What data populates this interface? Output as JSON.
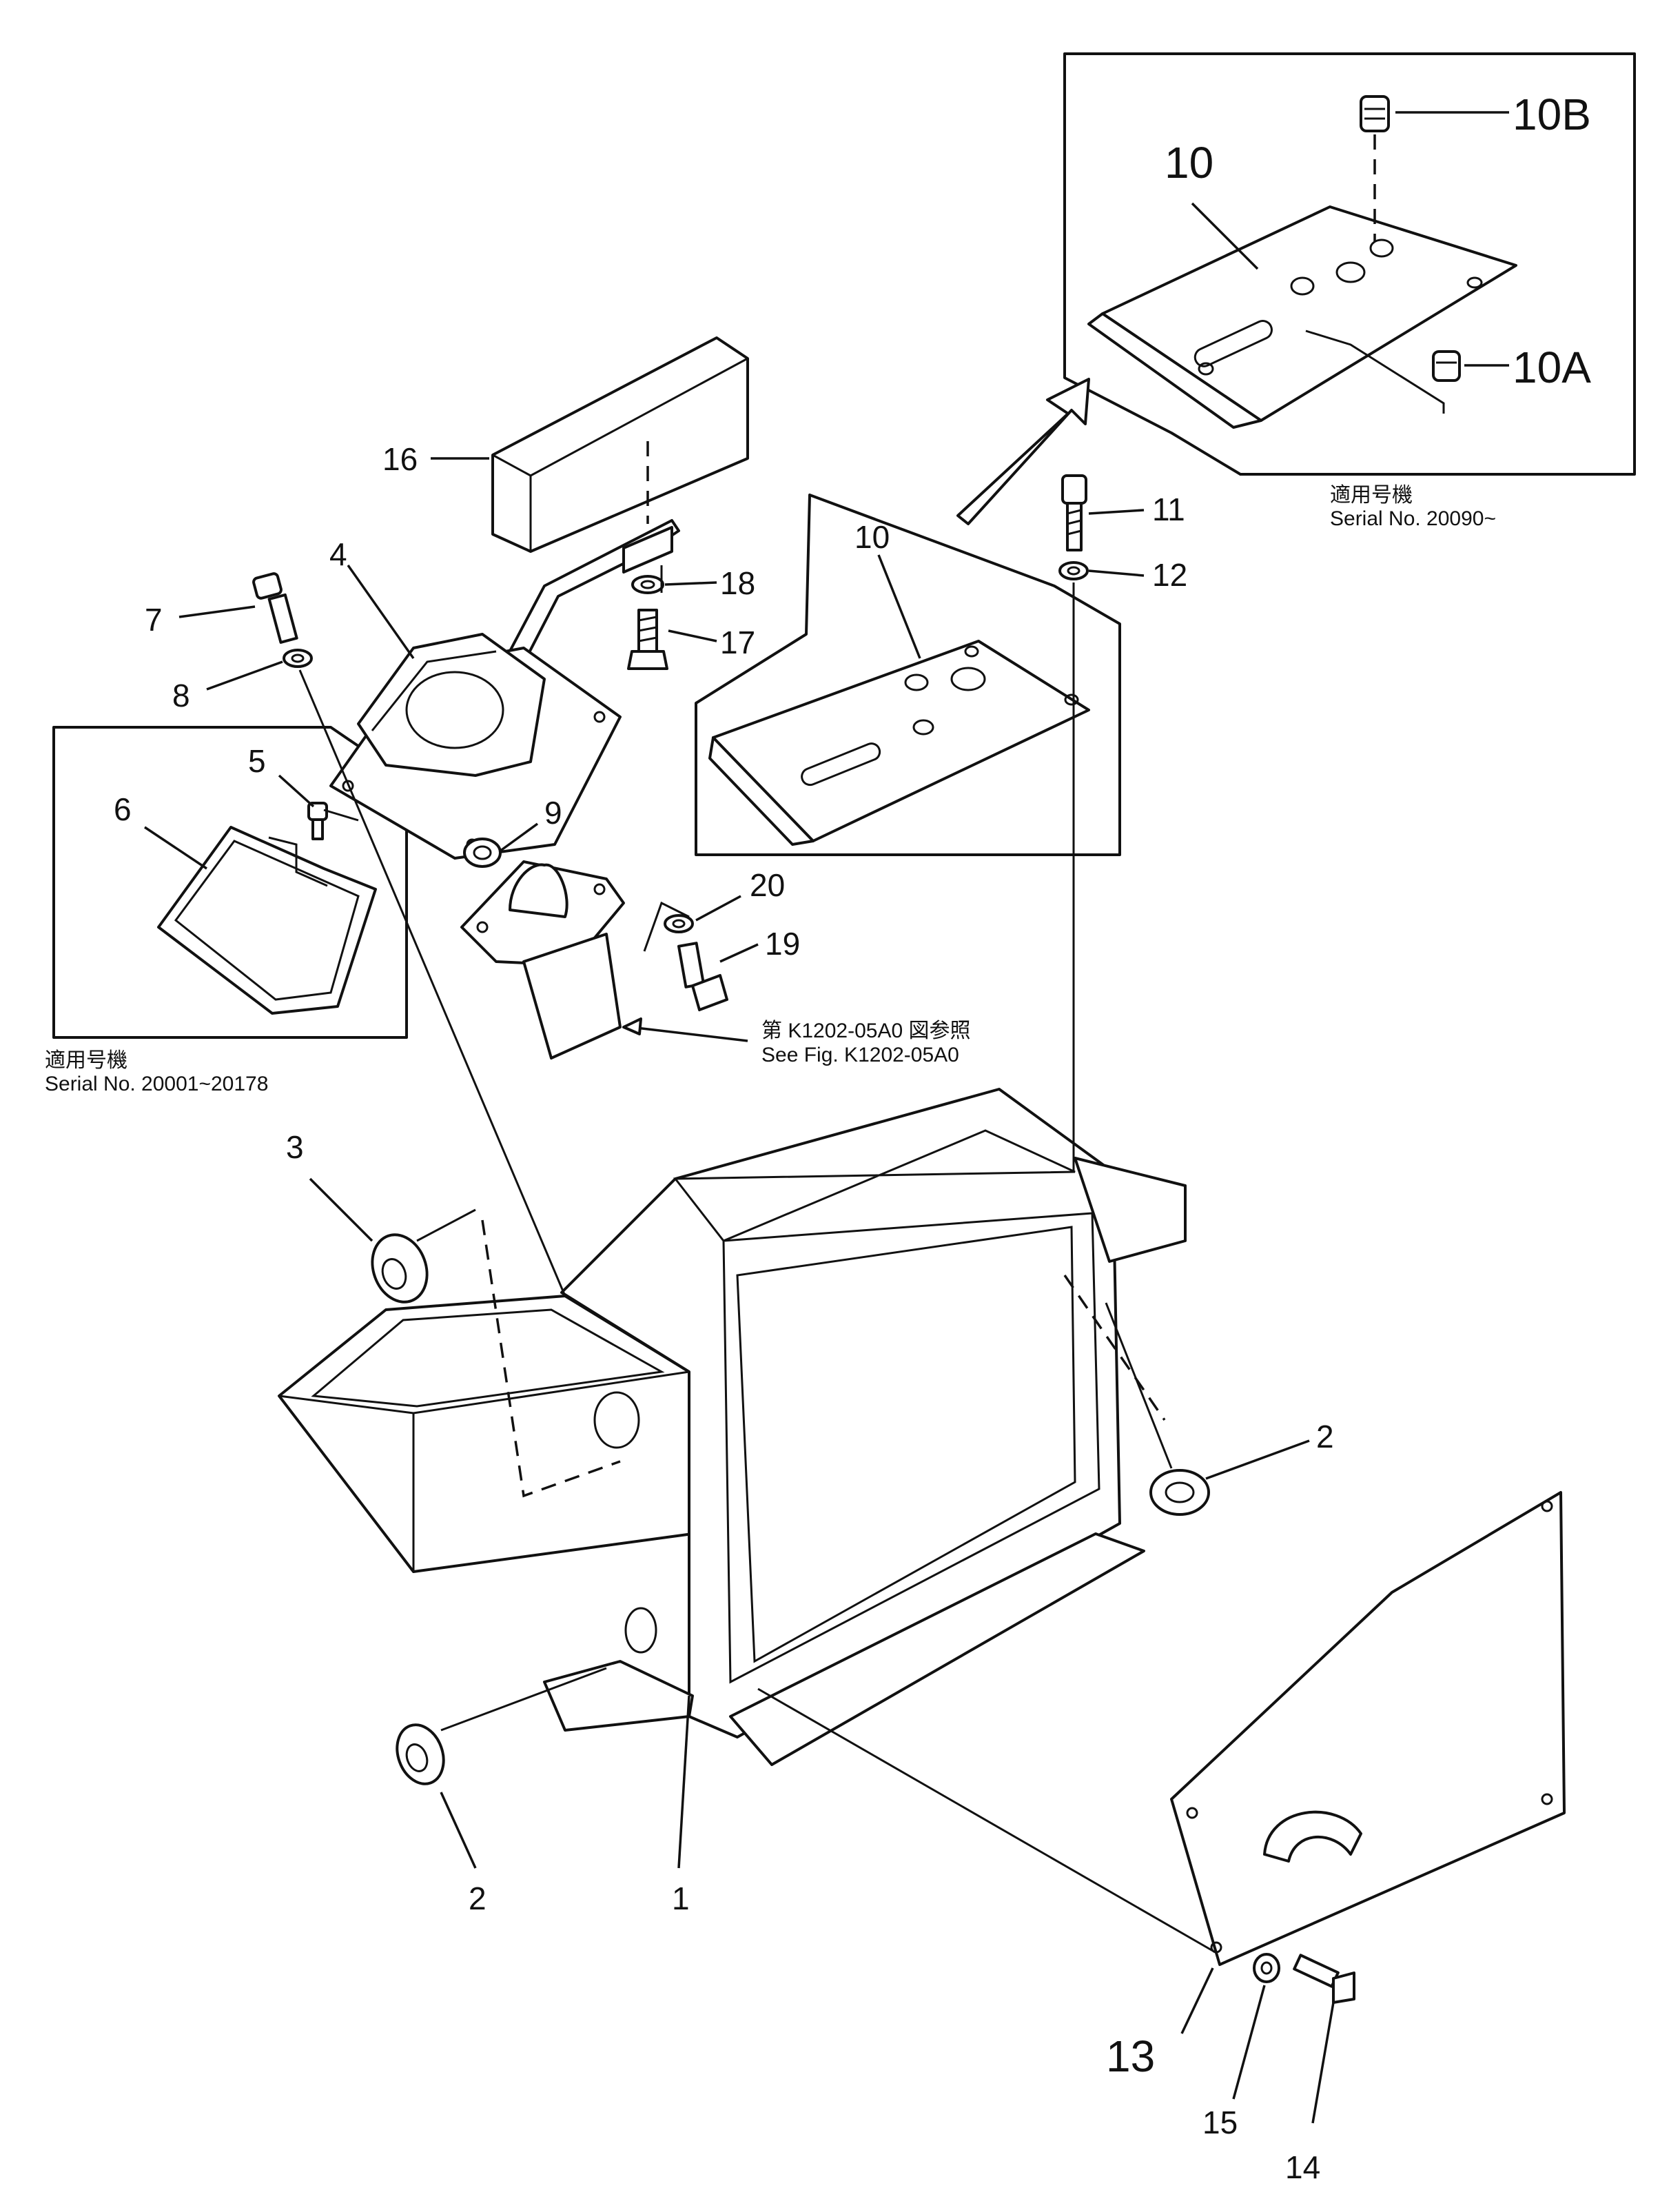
{
  "callouts": {
    "c1": "1",
    "c2a": "2",
    "c2b": "2",
    "c3": "3",
    "c4": "4",
    "c5": "5",
    "c6": "6",
    "c7": "7",
    "c8": "8",
    "c9": "9",
    "c10a": "10",
    "c10b": "10",
    "c10A": "10A",
    "c10B": "10B",
    "c11": "11",
    "c12": "12",
    "c13": "13",
    "c14": "14",
    "c15": "15",
    "c16": "16",
    "c17": "17",
    "c18": "18",
    "c19": "19",
    "c20": "20"
  },
  "notes": {
    "serial_left_jp": "適用号機",
    "serial_left": "Serial No. 20001~20178",
    "serial_right_jp": "適用号機",
    "serial_right": "Serial No. 20090~",
    "see_fig_jp": "第 K1202-05A0 図参照",
    "see_fig": "See Fig. K1202-05A0"
  }
}
